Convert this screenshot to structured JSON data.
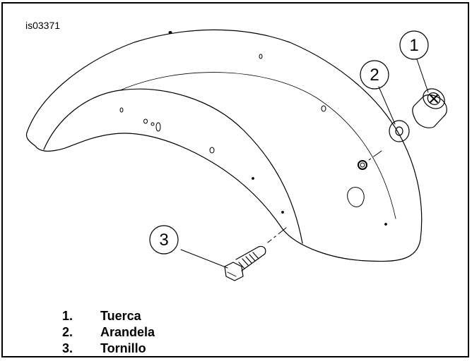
{
  "figure_id": "is03371",
  "callouts": [
    "1",
    "2",
    "3"
  ],
  "legend": [
    {
      "number": "1.",
      "label": "Tuerca"
    },
    {
      "number": "2.",
      "label": "Arandela"
    },
    {
      "number": "3.",
      "label": "Tornillo"
    }
  ]
}
